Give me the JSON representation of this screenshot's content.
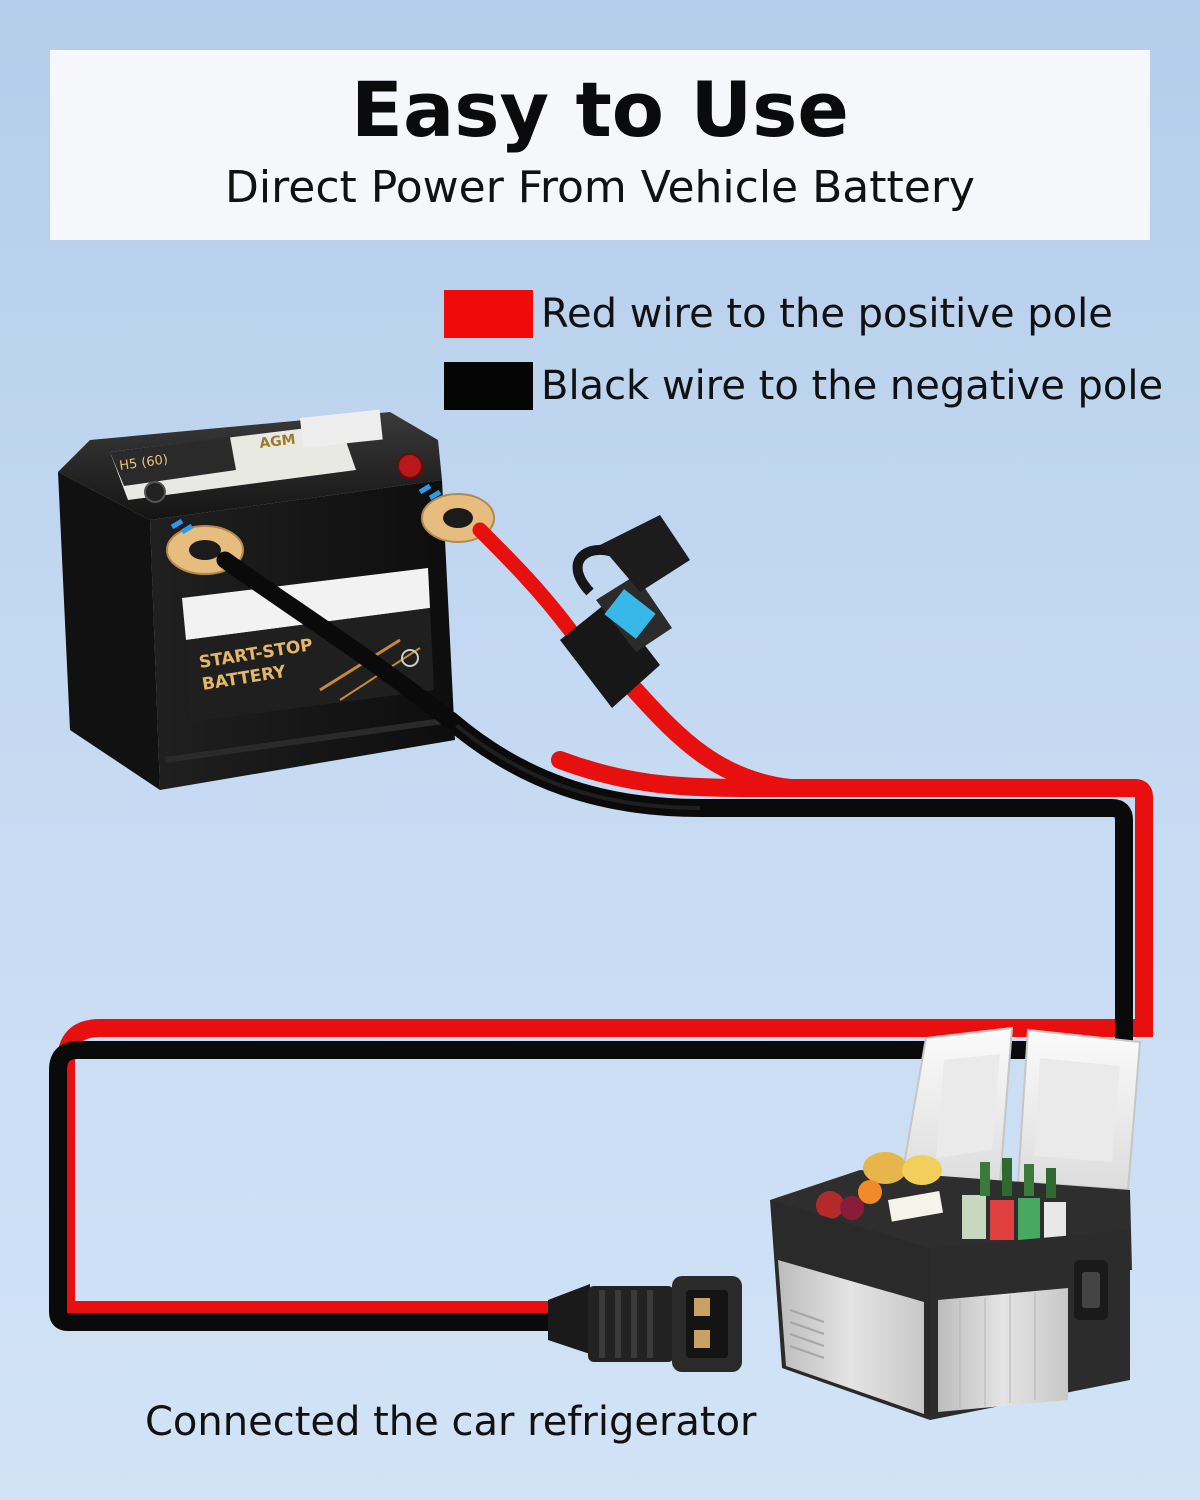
{
  "header": {
    "title": "Easy to Use",
    "subtitle": "Direct Power From Vehicle Battery"
  },
  "legend": [
    {
      "color": "#f10a0a",
      "label": "Red wire to the positive pole"
    },
    {
      "color": "#050505",
      "label": "Black wire to the negative pole"
    }
  ],
  "battery": {
    "label_line1": "START-STOP",
    "label_line2": "BATTERY",
    "top_label": "AGM",
    "model": "H5 (60)"
  },
  "caption": "Connected the car refrigerator"
}
